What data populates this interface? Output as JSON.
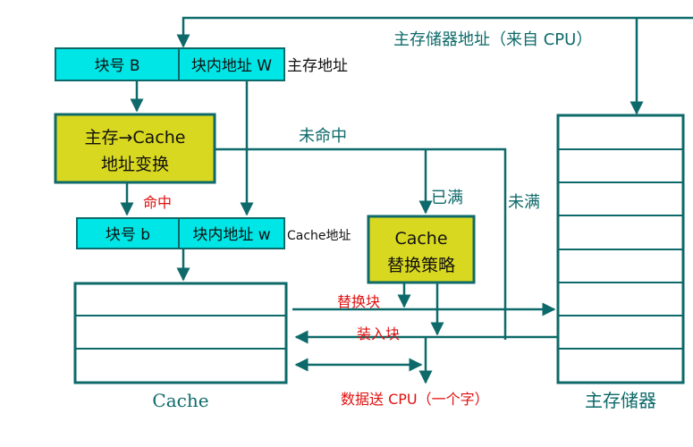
{
  "labels": {
    "main_addr_from_cpu": "主存储器地址（来自 CPU）",
    "block_b_upper": "块号 B",
    "in_block_W_upper": "块内地址 W",
    "main_addr": "主存地址",
    "translate_line1": "主存→Cache",
    "translate_line2": "地址变换",
    "miss": "未命中",
    "hit": "命中",
    "full": "已满",
    "not_full": "未满",
    "block_b_lower": "块号 b",
    "in_block_w_lower": "块内地址 w",
    "cache_addr": "Cache地址",
    "replace_line1": "Cache",
    "replace_line2": "替换策略",
    "replace_block": "替换块",
    "load_block": "装入块",
    "data_to_cpu": "数据送 CPU（一个字）",
    "cache": "Cache",
    "main_memory": "主存储器"
  },
  "colors": {
    "line": "#0e6a6a",
    "cyan_box": "#00e5e5",
    "yellow_box": "#d8d820",
    "red_text": "#e01010"
  }
}
